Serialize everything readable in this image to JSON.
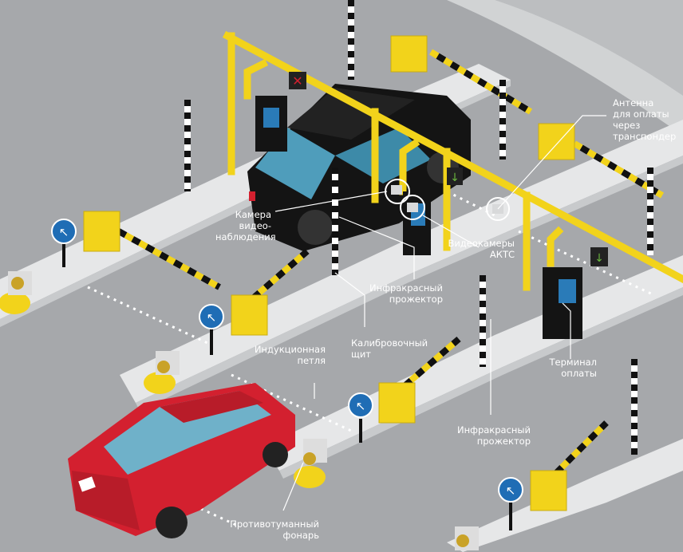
{
  "labels": {
    "antenna": "Антенна\nдля оплаты\nчерез\nтранспондер",
    "camera": "Камера\nвидео-\nнаблюдения",
    "akts_cameras": "Видеокамеры\nАКТС",
    "ir_projector_1": "Инфракрасный\nпрожектор",
    "calibration_shield": "Калибровочный\nщит",
    "induction_loop": "Индукционная\nпетля",
    "payment_terminal": "Терминал\nоплаты",
    "ir_projector_2": "Инфракрасный\nпрожектор",
    "fog_lamp": "Противотуманный\nфонарь"
  },
  "colors": {
    "road": "#a6a8ab",
    "island": "#e6e7e8",
    "gantry": "#f2d31b",
    "van": "#141414",
    "car": "#d3202f",
    "sign": "#1f6db5"
  }
}
